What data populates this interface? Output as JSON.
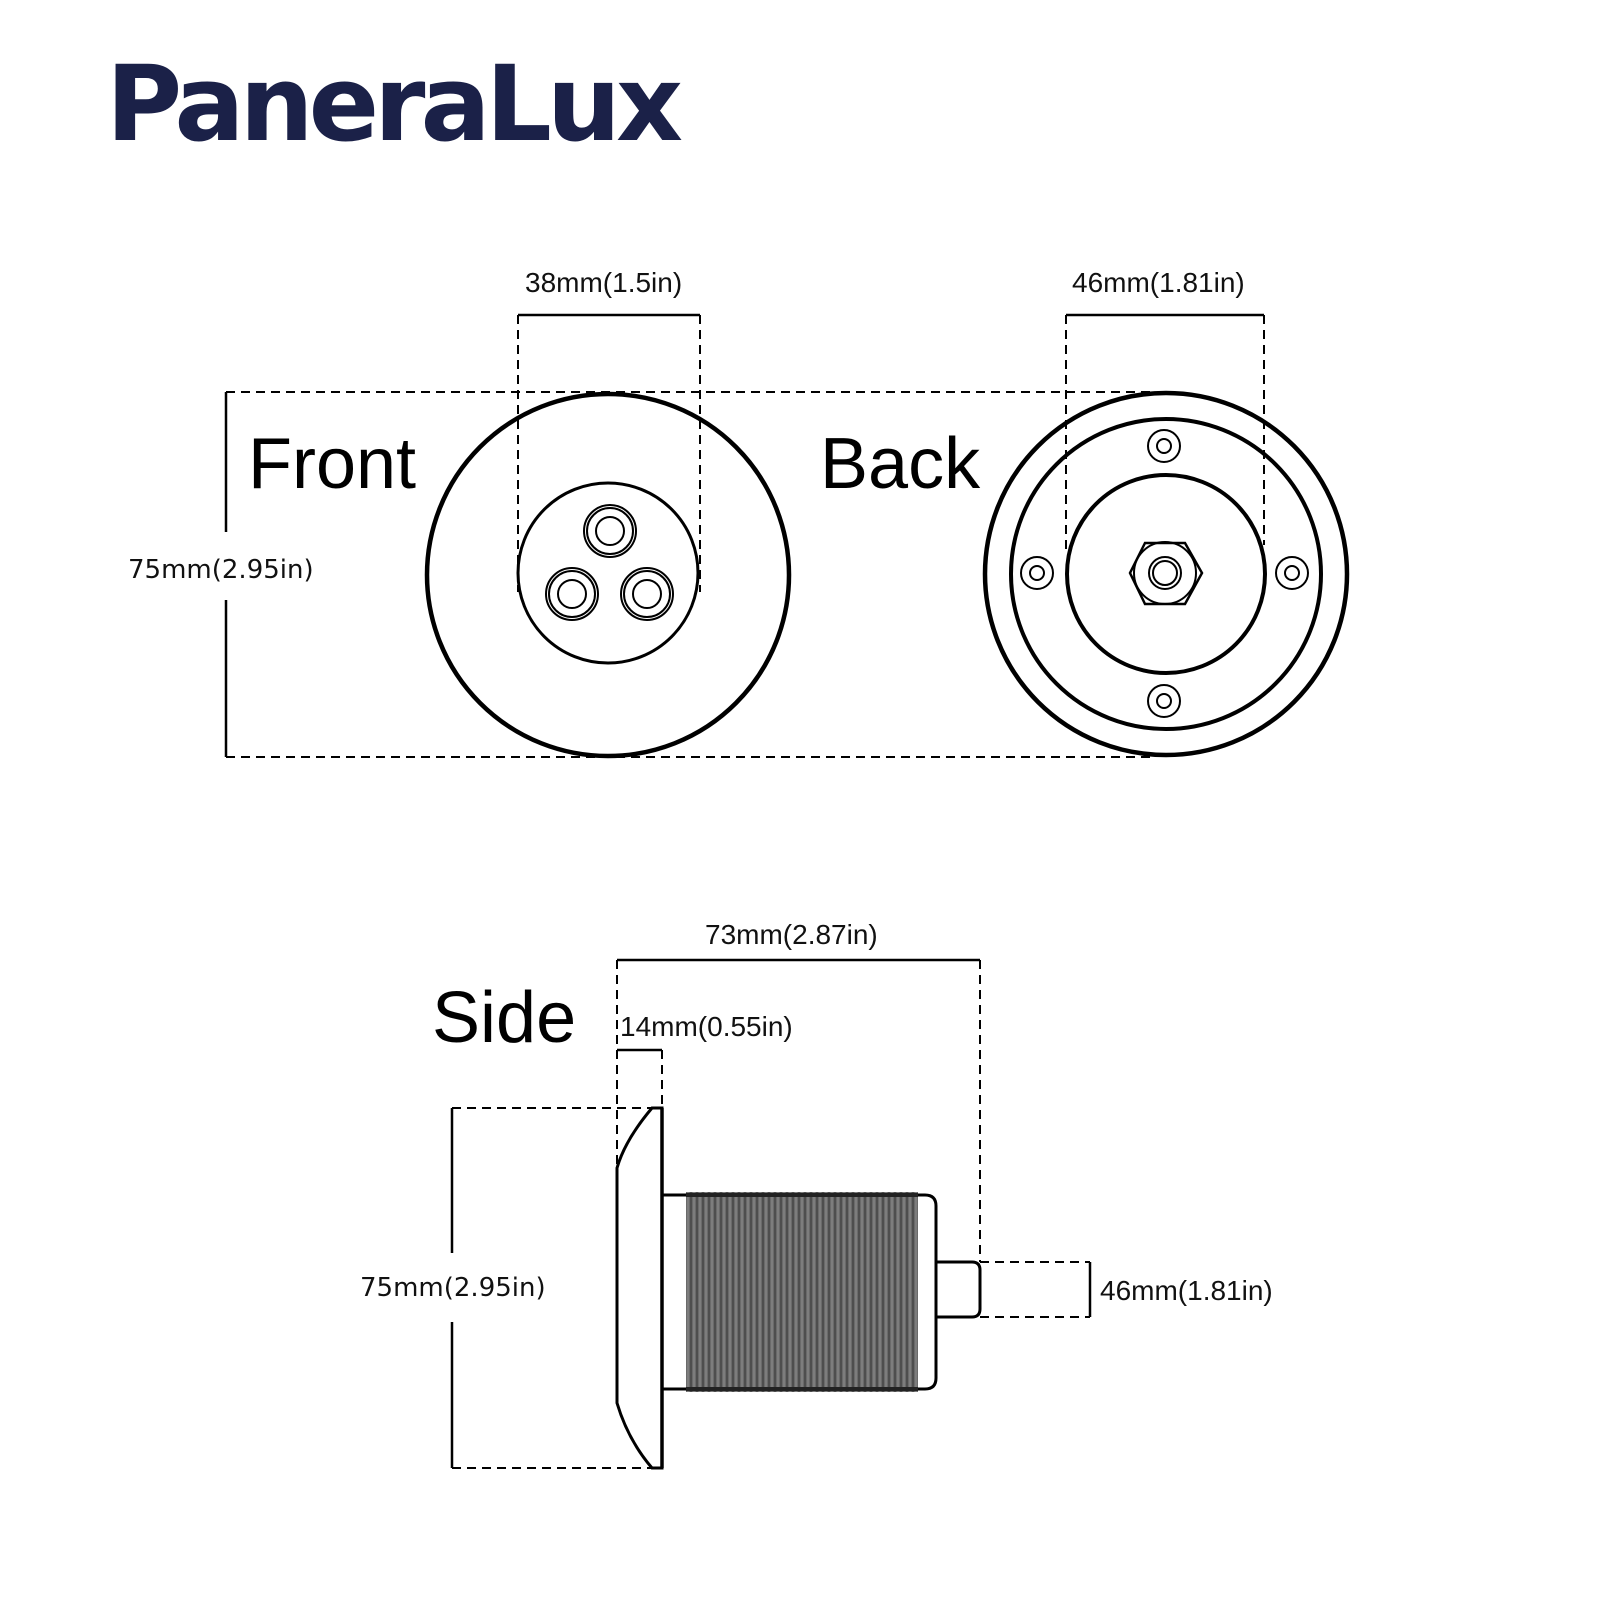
{
  "brand": {
    "name": "PaneraLux",
    "color": "#1b2148"
  },
  "views": {
    "front": {
      "label": "Front",
      "dim_face_diameter": "38mm(1.5in)",
      "dim_overall_height": "75mm(2.95in)"
    },
    "back": {
      "label": "Back",
      "dim_inner_diameter": "46mm(1.81in)"
    },
    "side": {
      "label": "Side",
      "dim_total_length": "73mm(2.87in)",
      "dim_flange_thickness": "14mm(0.55in)",
      "dim_flange_height": "75mm(2.95in)",
      "dim_nozzle_diameter": "46mm(1.81in)"
    }
  },
  "colors": {
    "line": "#000000",
    "thread": "#5a5a5a"
  }
}
